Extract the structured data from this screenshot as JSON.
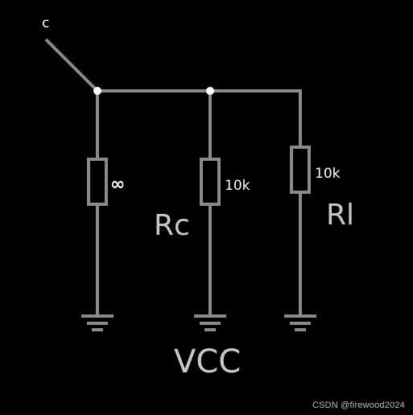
{
  "diagram": {
    "node_label": "c",
    "resistor_1_value": "∞",
    "resistor_2_value": "10k",
    "resistor_3_value": "10k",
    "resistor_2_name": "Rc",
    "resistor_3_name": "Rl",
    "supply_label": "VCC"
  },
  "watermark": "CSDN @firewood2024",
  "colors": {
    "background": "#000000",
    "wire": "#8a8a8a",
    "junction": "#ffffff",
    "label": "#ffffff",
    "large_label": "#c8c8c8"
  }
}
